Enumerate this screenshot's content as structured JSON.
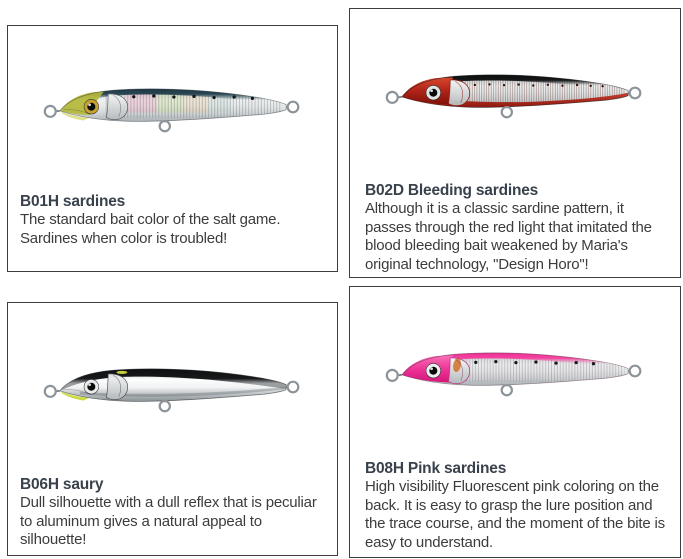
{
  "page": {
    "background_color": "#ffffff",
    "card_border_color": "#3d3d3d",
    "title_color": "#39424c",
    "text_color": "#3c3c3c"
  },
  "cards": [
    {
      "id": "b01h",
      "title": "B01H sardines",
      "description": "The standard bait color of the salt game. Sardines when color is troubled!",
      "lure_colors": {
        "back": "#2b4754",
        "body": "#e8eaea",
        "head": "#b4b838"
      }
    },
    {
      "id": "b02d",
      "title": "B02D Bleeding sardines",
      "description": "Although it is a classic sardine pattern, it passes through the red light that imitated the blood bleeding bait weakened by Maria's original technology, \"Design Horo\"!",
      "lure_colors": {
        "back": "#0b0b0c",
        "body": "#e8eaea",
        "head": "#b5261a",
        "belly": "#8a130c"
      }
    },
    {
      "id": "b06h",
      "title": "B06H saury",
      "description": "Dull silhouette with a dull reflex that is peculiar to aluminum gives a natural appeal to silhouette!",
      "lure_colors": {
        "back": "#101112",
        "body": "#f2f4f4",
        "chin": "#ccdb3d"
      }
    },
    {
      "id": "b08h",
      "title": "B08H Pink sardines",
      "description": "High visibility Fluorescent pink coloring on the back. It is easy to grasp the lure position and the trace course, and the moment of the bite is easy to understand.",
      "lure_colors": {
        "back": "#ee2d92",
        "body": "#e8eaea",
        "head": "#ee3597"
      }
    }
  ]
}
